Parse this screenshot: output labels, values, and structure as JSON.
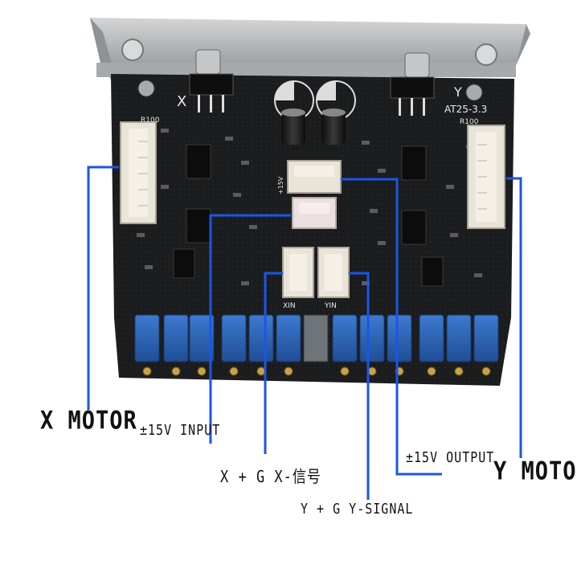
{
  "board_silk": {
    "x_mark": "X",
    "y_mark": "Y",
    "model": "AT25-3.3",
    "r_left": "R100",
    "r_right": "R100",
    "v_mark": "+15V",
    "xin": "XIN",
    "yin": "YIN"
  },
  "labels": {
    "x_motor": "X MOTOR",
    "y_motor": "Y MOTOR",
    "input_15v": "±15V INPUT",
    "output_15v": "±15V OUTPUT",
    "x_signal": "X + G X-信号",
    "y_signal": "Y + G Y-SIGNAL"
  },
  "colors": {
    "leader": "#1a56e8",
    "pcb": "#1b1c1e",
    "heatsink": "#b9bcbe",
    "trimmer": "#2b63b3",
    "connector": "#e9e4d8"
  }
}
